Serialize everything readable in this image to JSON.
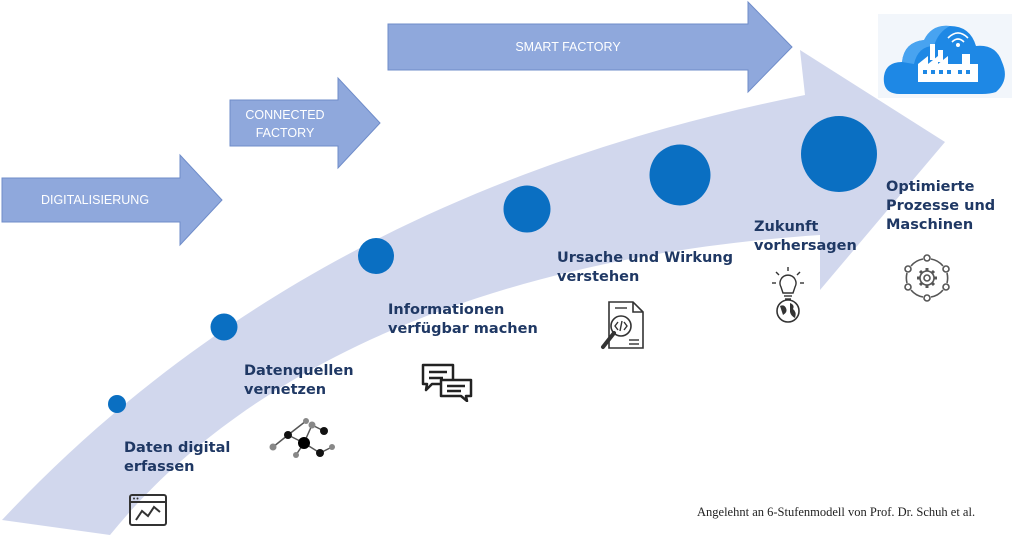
{
  "phases": [
    {
      "label": "DIGITALISIERUNG"
    },
    {
      "label": "CONNECTED\nFACTORY"
    },
    {
      "label": "SMART FACTORY"
    }
  ],
  "stages": [
    {
      "label": "Daten digital\nerfassen",
      "icon": "monitor-chart-icon"
    },
    {
      "label": "Datenquellen\nvernetzen",
      "icon": "network-nodes-icon"
    },
    {
      "label": "Informationen\nverfügbar machen",
      "icon": "chat-bubbles-icon"
    },
    {
      "label": "Ursache und Wirkung\nverstehen",
      "icon": "document-code-search-icon"
    },
    {
      "label": "Zukunft\nvorhersagen",
      "icon": "lightbulb-globe-icon"
    },
    {
      "label": "Optimierte\nProzesse und\nMaschinen",
      "icon": "gear-cycle-icon"
    }
  ],
  "corner_icon": "cloud-factory-icon",
  "credit": "Angelehnt an 6-Stufenmodell von Prof. Dr. Schuh et al.",
  "colors": {
    "swoosh": "#c9d0ea",
    "dot": "#0a6fc2",
    "phase_arrow": "#8fa8dc",
    "phase_arrow_border": "#6f8cc9",
    "label": "#1f3864",
    "cloud": "#1e88e5"
  }
}
